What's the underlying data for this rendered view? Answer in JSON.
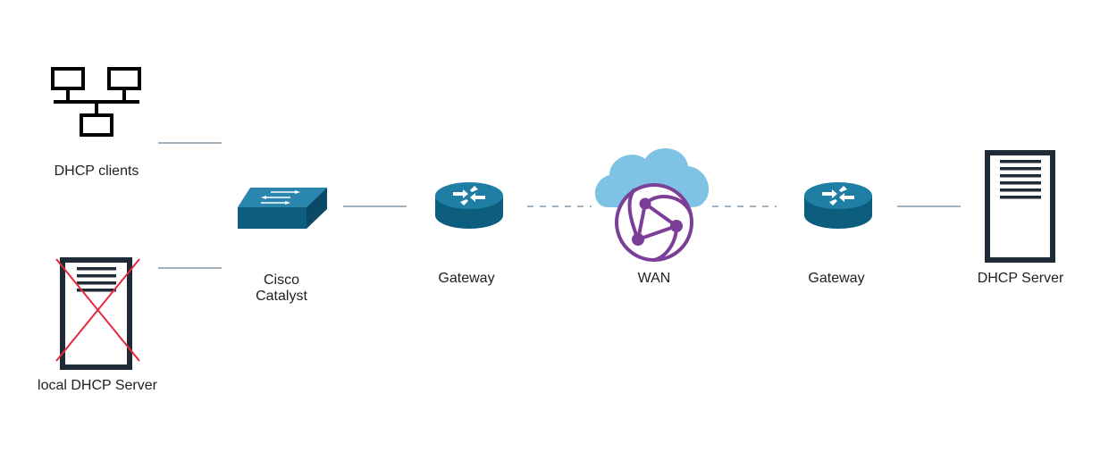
{
  "nodes": {
    "dhcp_clients": {
      "label": "DHCP clients"
    },
    "local_dhcp_server": {
      "label": "local DHCP Server",
      "status": "disabled"
    },
    "switch": {
      "label_line1": "Cisco",
      "label_line2": "Catalyst"
    },
    "gateway_left": {
      "label": "Gateway"
    },
    "wan": {
      "label": "WAN"
    },
    "gateway_right": {
      "label": "Gateway"
    },
    "dhcp_server": {
      "label": "DHCP Server"
    }
  },
  "colors": {
    "device_blue": "#0d5d7f",
    "device_blue_light": "#1f7ea3",
    "wan_purple": "#7b3f98",
    "cloud_blue": "#7fc3e4",
    "cross_red": "#e8283c",
    "line_gray": "#6a8596",
    "icon_dark": "#1e2a36"
  }
}
